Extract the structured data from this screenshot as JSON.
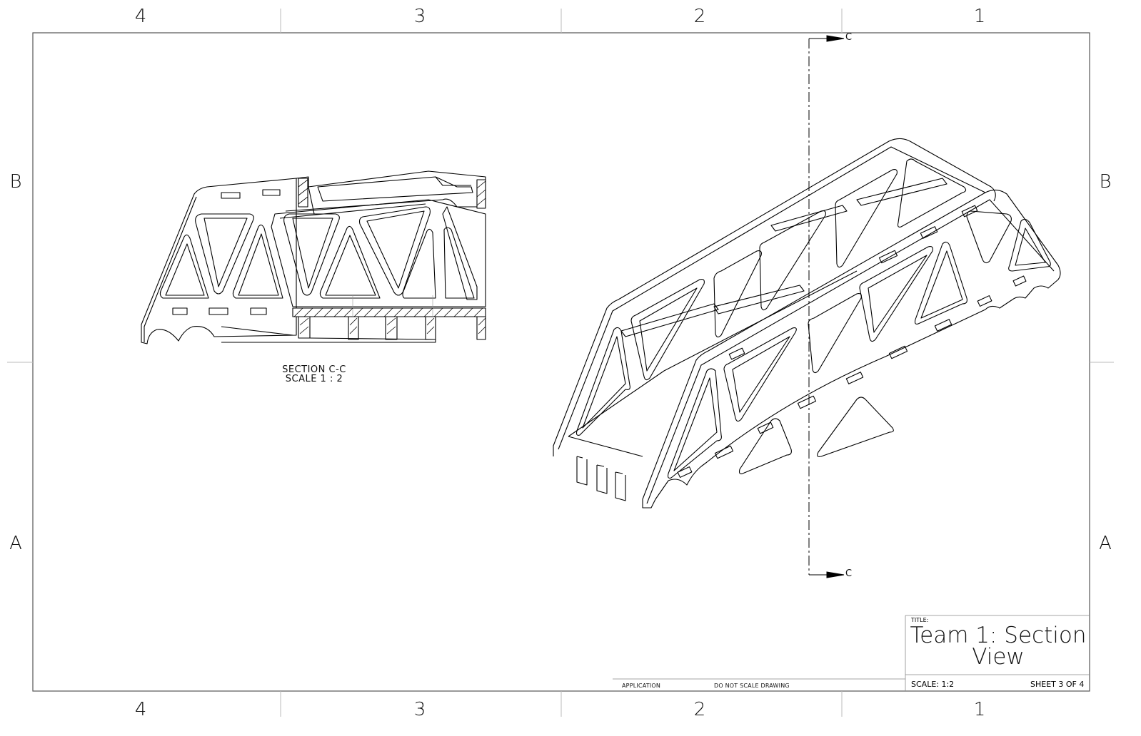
{
  "zones": {
    "columns": [
      "4",
      "3",
      "2",
      "1"
    ],
    "rows": [
      "B",
      "A"
    ]
  },
  "section_view": {
    "label": "SECTION C-C",
    "scale": "SCALE 1 : 2"
  },
  "cutting_plane": {
    "letter_top": "C",
    "letter_bottom": "C"
  },
  "footer": {
    "application": "APPLICATION",
    "do_not_scale": "DO NOT SCALE DRAWING"
  },
  "title_block": {
    "title_caption": "TITLE:",
    "title_line1": "Team 1: Section",
    "title_line2": "View",
    "scale": "SCALE: 1:2",
    "sheet": "SHEET 3 OF 4"
  }
}
